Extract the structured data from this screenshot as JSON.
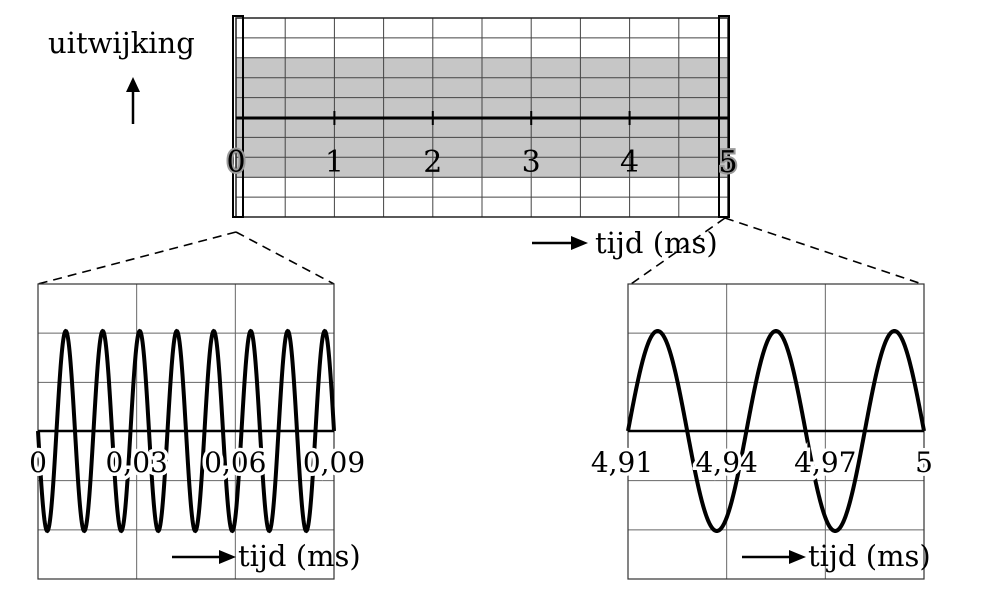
{
  "chart_data": [
    {
      "type": "area",
      "ylabel": "uitwijking",
      "xlabel": "tijd (ms)",
      "x_ticks": [
        "0",
        "1",
        "2",
        "3",
        "4",
        "5"
      ],
      "xlim": [
        0,
        5
      ],
      "envelope": 1,
      "grid": true,
      "description_free": true
    },
    {
      "type": "line",
      "xlabel": "tijd (ms)",
      "x_ticks": [
        "0",
        "0,03",
        "0,06",
        "0,09"
      ],
      "xlim": [
        0,
        0.09
      ],
      "cycles": 8,
      "grid": true
    },
    {
      "type": "line",
      "xlabel": "tijd (ms)",
      "x_ticks": [
        "4,91",
        "4,94",
        "4,97",
        "5"
      ],
      "xlim": [
        4.91,
        5
      ],
      "cycles": 2.5,
      "grid": true
    }
  ]
}
